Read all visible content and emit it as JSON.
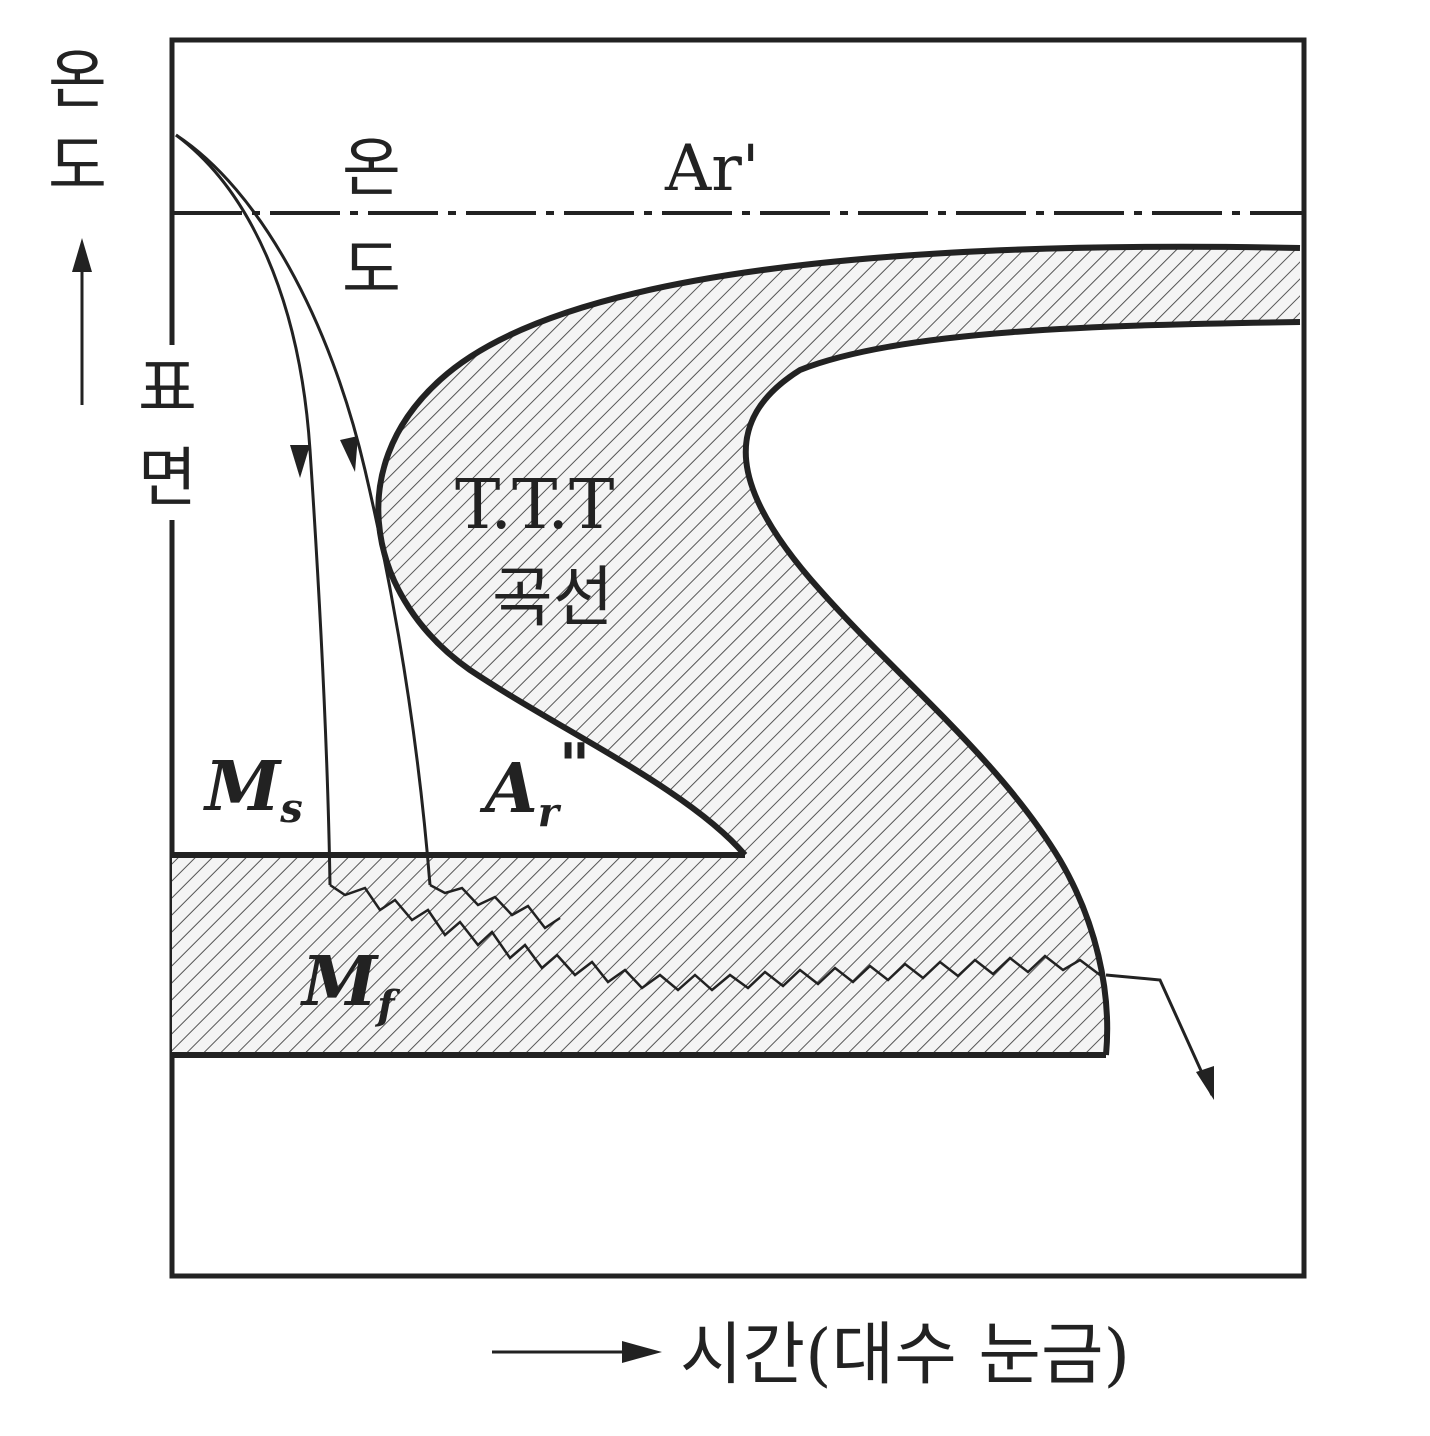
{
  "axis": {
    "y_label_chars": [
      "온",
      "도"
    ],
    "x_label": "시간(대수 눈금)"
  },
  "curves": {
    "center_label_chars": [
      "온",
      "도"
    ],
    "surface_label_chars": [
      "표",
      "면"
    ]
  },
  "labels": {
    "ar_prime": "Ar'",
    "ttt_line1": "T.T.T",
    "ttt_line2": "곡선",
    "ms_main": "M",
    "ms_sub": "s",
    "ar_dbl_main": "A",
    "ar_dbl_sub": "r",
    "ar_dbl_mark": "\"",
    "mf_main": "M",
    "mf_sub": "f"
  }
}
